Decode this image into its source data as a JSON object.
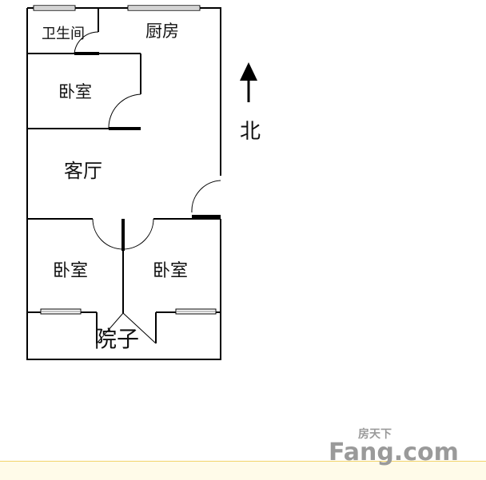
{
  "rooms": {
    "bathroom": "卫生间",
    "kitchen": "厨房",
    "bedroom_top": "卧室",
    "living_room": "客厅",
    "bedroom_left": "卧室",
    "bedroom_right": "卧室",
    "yard": "院子"
  },
  "compass": {
    "label": "北",
    "direction": "north"
  },
  "watermark": {
    "brand_small": "房天下",
    "brand_main": "Fang.com"
  },
  "colors": {
    "wall": "#000000",
    "window_frame": "#888888",
    "footer_band": "#fffbe9",
    "footer_line": "#f1d36a",
    "watermark": "#9a9a9a"
  }
}
